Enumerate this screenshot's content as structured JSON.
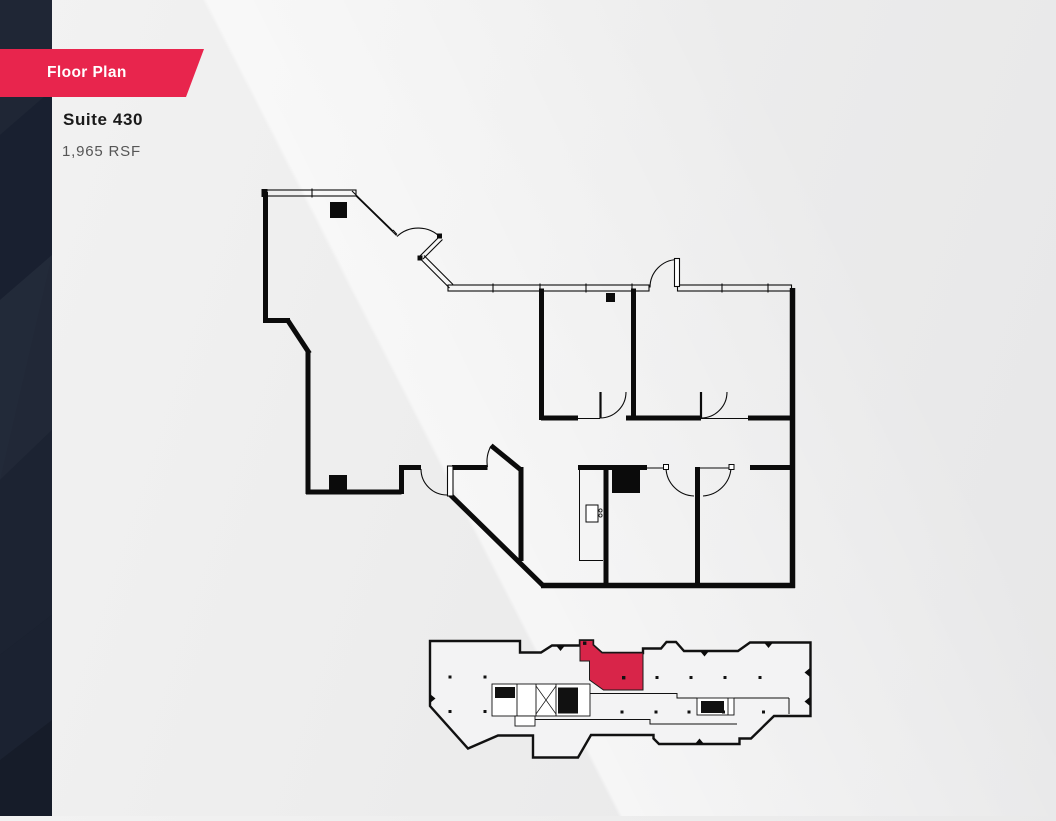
{
  "header": {
    "banner_label": "Floor Plan",
    "suite": "Suite 430",
    "area": "1,965 RSF"
  },
  "colors": {
    "banner_red": "#E8254D",
    "highlight_red": "#D82549",
    "sidebar_navy": "#1B2231",
    "background_gray": "#ECECEC",
    "line_black": "#0B0B0B",
    "area_text_gray": "#565656"
  },
  "key_plan": {
    "highlight_meaning": "Suite 430 location"
  }
}
